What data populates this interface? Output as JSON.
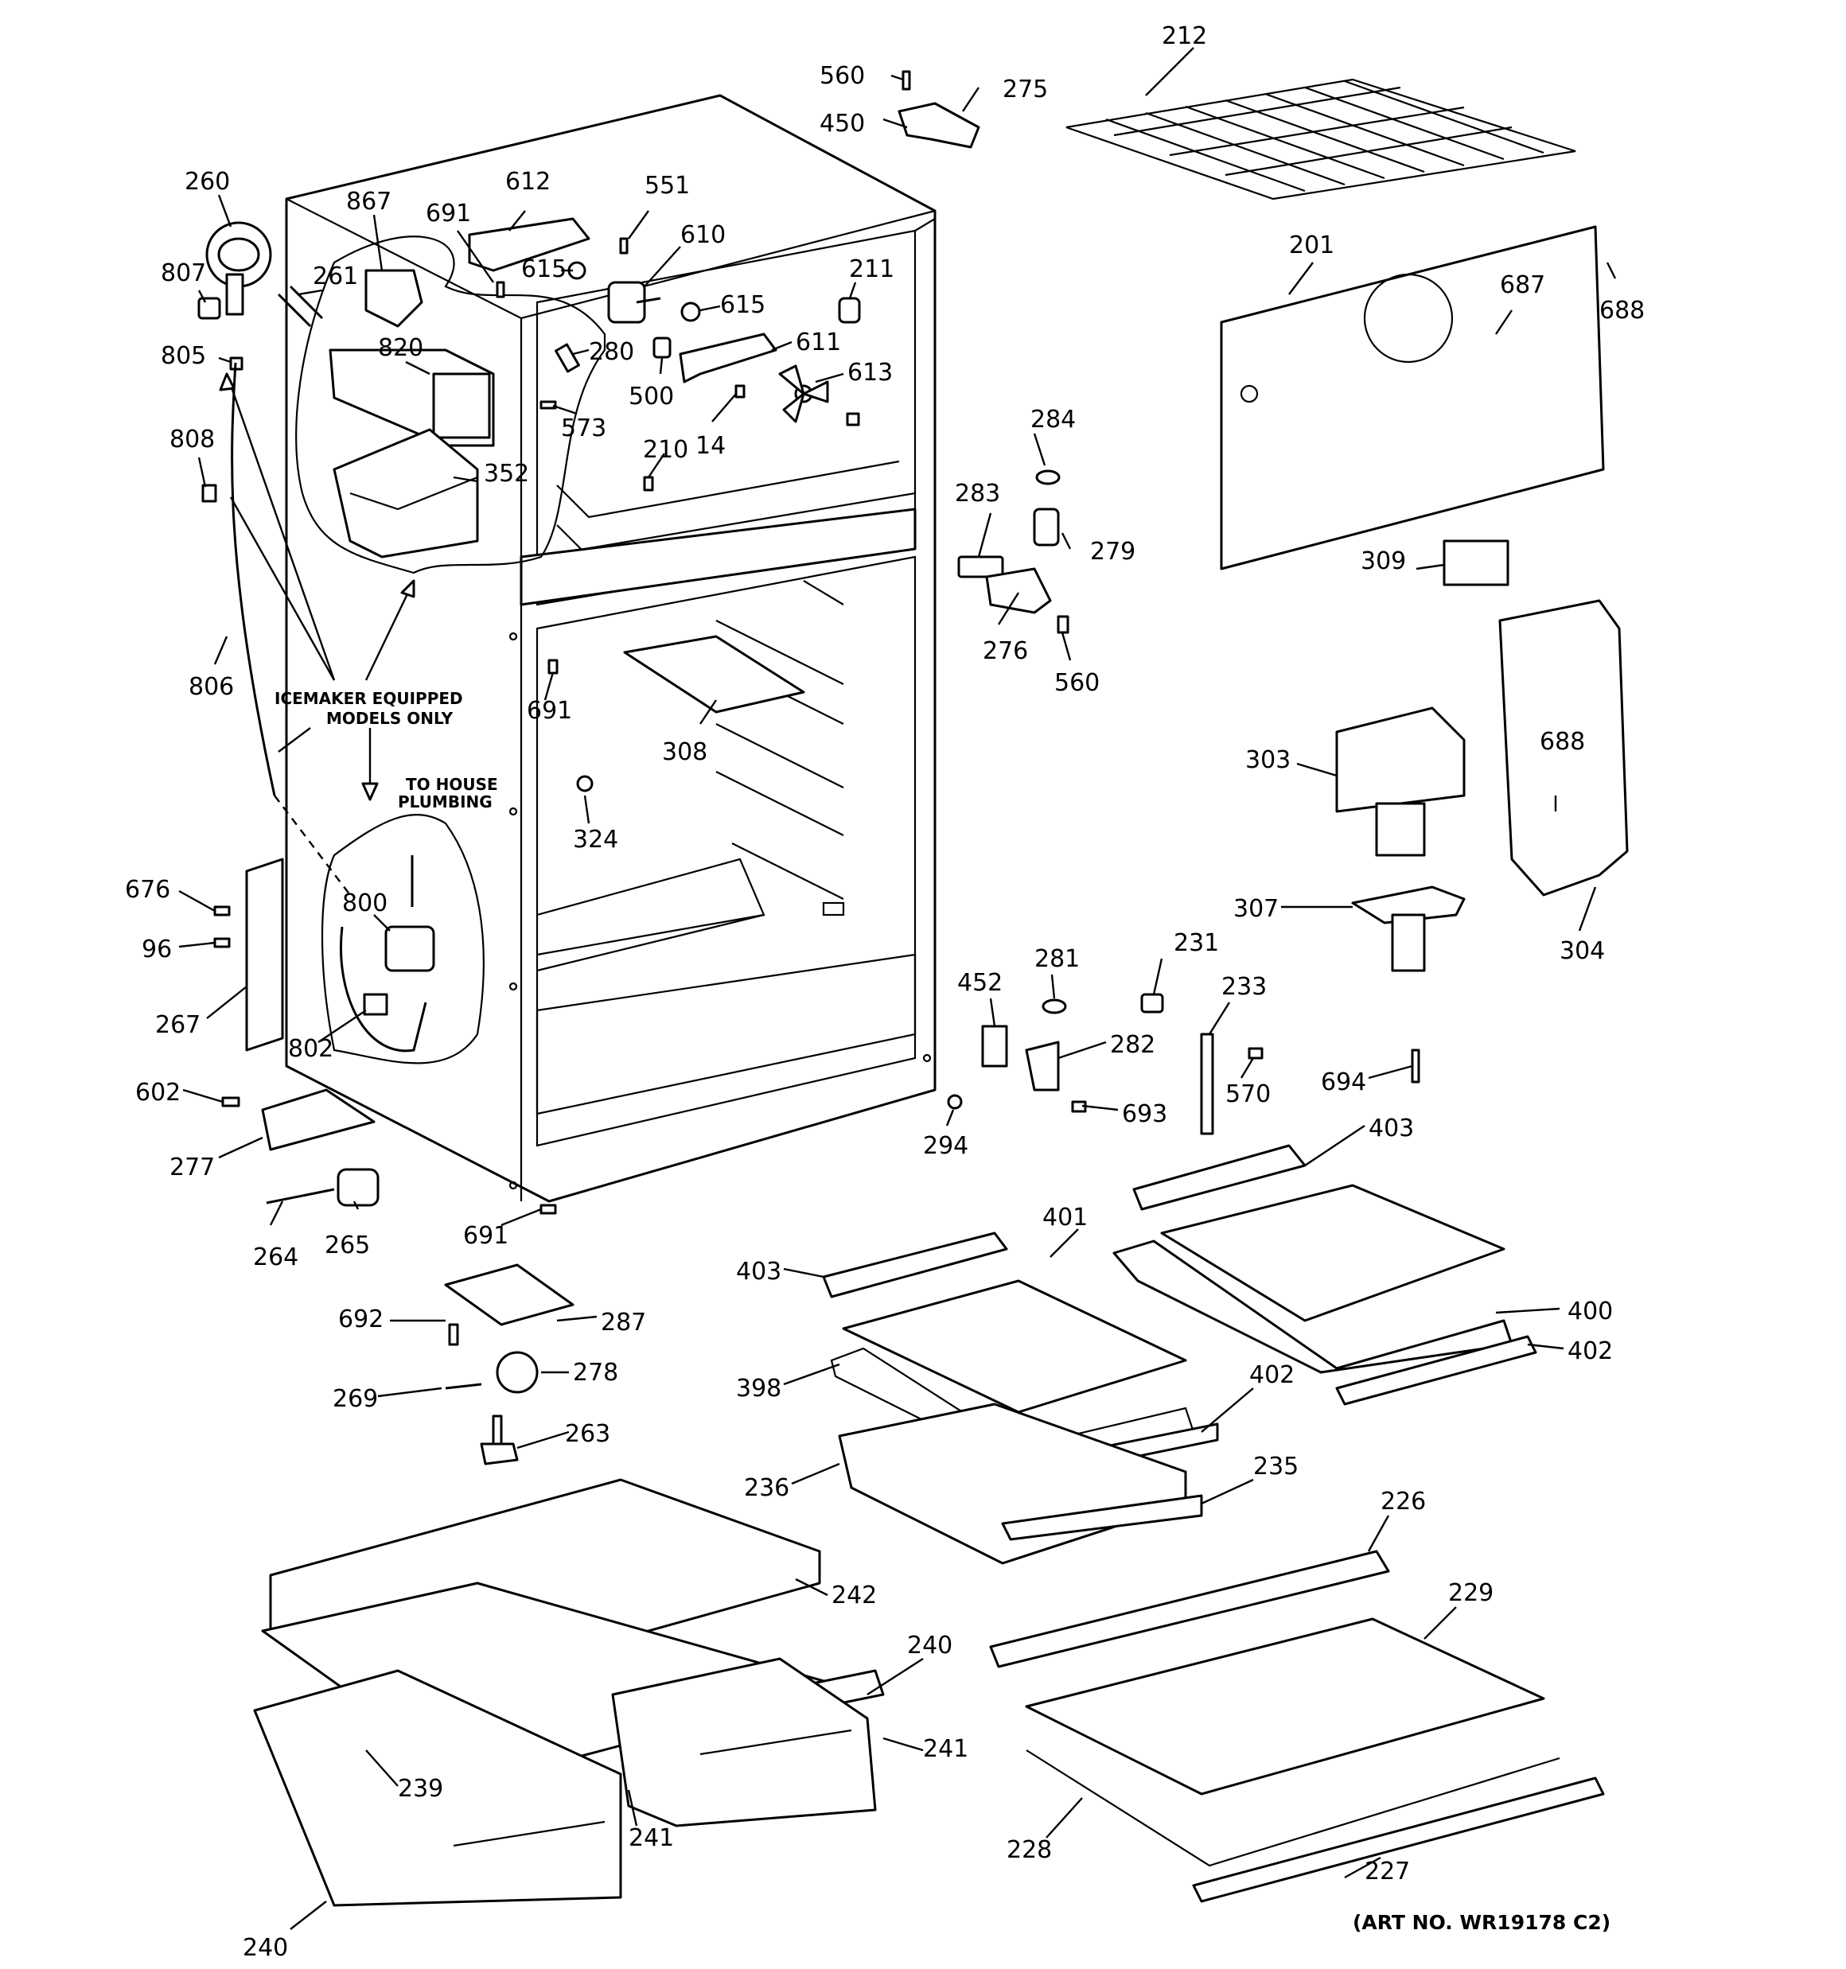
{
  "labels": [
    "260",
    "807",
    "805",
    "808",
    "806",
    "261",
    "867",
    "820",
    "352",
    "691",
    "612",
    "551",
    "615",
    "610",
    "280",
    "573",
    "500",
    "615",
    "611",
    "613",
    "211",
    "210",
    "14",
    "560",
    "450",
    "275",
    "212",
    "201",
    "687",
    "688",
    "284",
    "283",
    "279",
    "276",
    "560",
    "309",
    "303",
    "688",
    "304",
    "307",
    "691",
    "308",
    "324",
    "676",
    "96",
    "267",
    "800",
    "802",
    "602",
    "277",
    "264",
    "265",
    "691",
    "452",
    "281",
    "282",
    "231",
    "233",
    "570",
    "694",
    "693",
    "294",
    "403",
    "401",
    "403",
    "400",
    "402",
    "398",
    "402",
    "236",
    "235",
    "692",
    "287",
    "278",
    "269",
    "263",
    "226",
    "229",
    "242",
    "240",
    "241",
    "239",
    "241",
    "240",
    "228",
    "227"
  ],
  "notes": {
    "icemaker_line1": "ICEMAKER EQUIPPED",
    "icemaker_line2": "MODELS ONLY",
    "plumbing_line1": "TO HOUSE",
    "plumbing_line2": "PLUMBING"
  },
  "art_number": "(ART NO. WR19178 C2)"
}
